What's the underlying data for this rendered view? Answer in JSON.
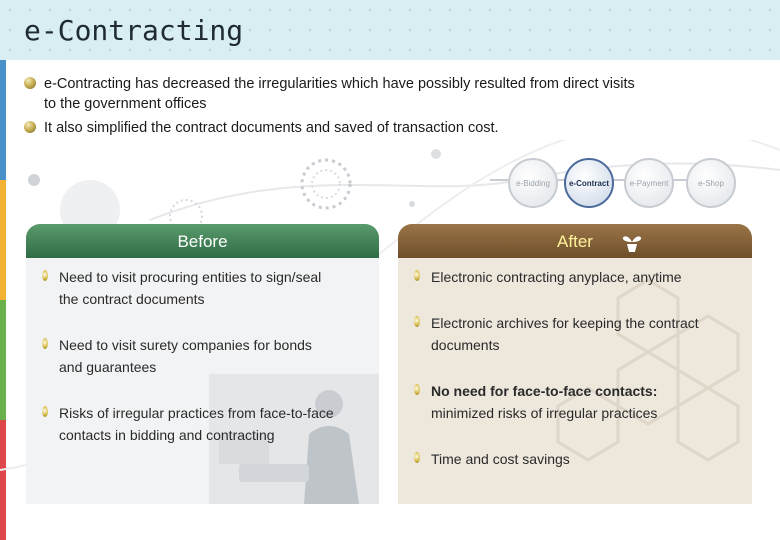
{
  "header": {
    "title": "e-Contracting"
  },
  "intro_bullets": [
    {
      "line1": "e-Contracting has decreased the irregularities which have possibly resulted from  direct visits",
      "line2": "to the government offices"
    },
    {
      "line1": "It also simplified the contract documents and saved of transaction cost."
    }
  ],
  "process_flow": [
    {
      "label": "e-Bidding",
      "active": false
    },
    {
      "label": "e-Contract",
      "active": true
    },
    {
      "label": "e-Payment",
      "active": false
    },
    {
      "label": "e-Shop",
      "active": false
    }
  ],
  "before": {
    "heading": "Before",
    "items": [
      {
        "line1": "Need to visit procuring entities to sign/seal",
        "line2": "the contract documents"
      },
      {
        "line1": "Need to visit surety companies for bonds",
        "line2": "and guarantees"
      },
      {
        "line1": "Risks of irregular practices from face-to-face",
        "line2": "contacts in bidding and contracting"
      }
    ]
  },
  "after": {
    "heading": "After",
    "items": [
      {
        "line1": "Electronic contracting anyplace, anytime"
      },
      {
        "line1": "Electronic archives for keeping the contract",
        "line2": "documents"
      },
      {
        "line1": "No need for face-to-face contacts:",
        "line2": "minimized risks of irregular practices"
      },
      {
        "line1": "Time and cost savings"
      }
    ]
  },
  "colors": {
    "before_header": "#2f6c45",
    "after_header": "#6e4e2a",
    "after_heading_text": "#fff39a",
    "left_strip": [
      "#4a90c8",
      "#f2b233",
      "#6ab04c",
      "#e0474c"
    ]
  },
  "icons": {
    "bullet": "gold-ball-icon",
    "item_bullet": "leaf-bullet-icon",
    "after_badge": "sprout-icon"
  }
}
